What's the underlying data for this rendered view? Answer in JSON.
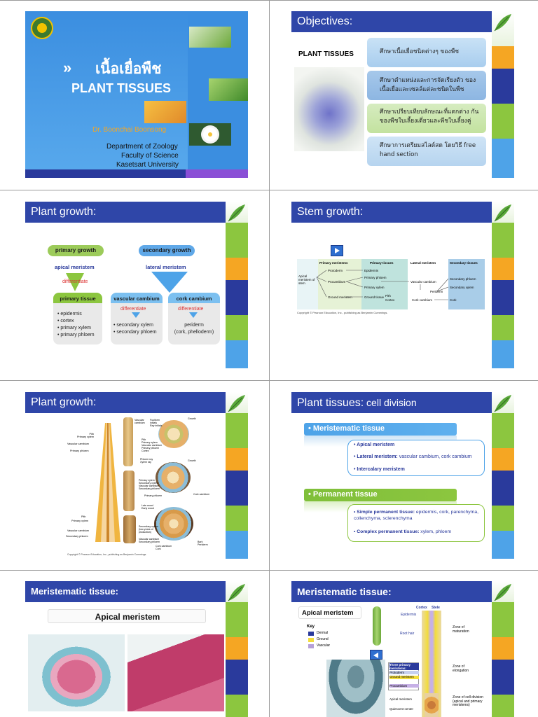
{
  "s1": {
    "thai_title": "เนื้อเยื่อพืช",
    "title": "PLANT TISSUES",
    "author": "Dr. Boonchai Boonsong",
    "dept": "Department of Zoology",
    "faculty": "Faculty of Science",
    "univ": "Kasetsart University"
  },
  "s2": {
    "title": "Objectives:",
    "label": "PLANT TISSUES",
    "items": [
      "ศึกษาเนื้อเยื่อชนิดต่างๆ ของพืช",
      "ศึกษาตำแหน่งและการจัดเรียงตัว ของเนื้อเยื่อและเซลล์แต่ละชนิดในพืช",
      "ศึกษาเปรียบเทียบลักษณะที่แตกต่าง กันของพืชใบเลี้ยงเดี่ยวและพืชใบเลี้ยงคู่",
      "ศึกษาการเตรียมสไลด์สด โดยวิธี free hand section"
    ]
  },
  "s3": {
    "title": "Plant growth:",
    "primary_growth": "primary growth",
    "secondary_growth": "secondary growth",
    "apical": "apical meristem",
    "lateral": "lateral meristem",
    "differentiate": "differentiate",
    "primary_tissue": "primary tissue",
    "pt_items": [
      "• epidermis",
      "• cortex",
      "• primary xylem",
      "• primary phloem"
    ],
    "vc": "vascular cambium",
    "vc_items": [
      "• secondary xylem",
      "• secondary phloem"
    ],
    "cc": "cork cambium",
    "cc_items": [
      "periderm",
      "(cork, phelloderm)"
    ]
  },
  "s4": {
    "title": "Stem growth:",
    "cols": [
      "Primary meristems",
      "Primary tissues",
      "Lateral meristem",
      "Secondary tissues"
    ],
    "start": "Apical meristem of stem",
    "pm": [
      "Protoderm",
      "Procambium",
      "Ground meristem"
    ],
    "pt": [
      "Epidermis",
      "Primary phloem",
      "Primary xylem",
      "Ground tissue",
      "Pith",
      "Cortex"
    ],
    "lm": [
      "Vascular cambium",
      "Periderm",
      "Cork cambium"
    ],
    "st": [
      "Secondary phloem",
      "Secondary xylem",
      "Cork"
    ],
    "copyright": "Copyright © Pearson Education, Inc., publishing as Benjamin Cummings."
  },
  "s5": {
    "title": "Plant growth:",
    "labels_left": [
      "Pith",
      "Primary xylem",
      "Vascular cambium",
      "Primary phloem",
      "Pith",
      "Primary xylem",
      "Vascular cambium",
      "Secondary phloem"
    ],
    "labels_right": [
      "Vascular cambium",
      "Fusiform initials",
      "Ray initials",
      "Pith",
      "Primary xylem",
      "Vascular cambium",
      "Primary phloem",
      "Cortex",
      "Phloem ray",
      "Xylem ray",
      "Primary xylem",
      "Secondary xylem",
      "Vascular cambium",
      "Secondary phloem",
      "Primary phloem",
      "Cork cambium",
      "Late wood",
      "Early wood",
      "Secondary xylem (two years of production)",
      "Vascular cambium",
      "Secondary phloem",
      "Cork cambium",
      "Cork",
      "Bark",
      "Periderm",
      "Growth",
      "Growth"
    ],
    "copyright": "Copyright © Pearson Education, Inc., publishing as Benjamin Cummings."
  },
  "s6": {
    "title_main": "Plant tissues:",
    "title_sub": " cell division",
    "meristematic": "• Meristematic tissue",
    "m_items": [
      {
        "b": "• Apical meristem",
        "t": ""
      },
      {
        "b": "• Lateral meristem:",
        "t": " vascular cambium, cork cambium"
      },
      {
        "b": "• Intercalary meristem",
        "t": ""
      }
    ],
    "permanent": "• Permanent tissue",
    "p_items": [
      {
        "b": "• Simple permanent tissue:",
        "t": " epidermis, cork, parenchyma, collenchyma, sclerenchyma"
      },
      {
        "b": "• Complex permanent tissue:",
        "t": " xylem, phloem"
      }
    ]
  },
  "s7": {
    "title": "Meristematic tissue:",
    "caption": "Apical meristem"
  },
  "s8": {
    "title": "Meristematic tissue:",
    "caption": "Apical meristem",
    "key": "Key",
    "key_items": [
      "Dermal",
      "Ground",
      "Vascular"
    ],
    "top_labels": [
      "Cortex",
      "Stele",
      "Epidermis",
      "Root hair"
    ],
    "zones": [
      "Zone of maturation",
      "Zone of elongation",
      "Zone of cell division (apical and primary meristems)"
    ],
    "three": "Three primary meristems:",
    "three_items": [
      "Protoderm",
      "Ground meristem",
      "Procambium"
    ],
    "bottom": [
      "Apical meristem",
      "Quiescent center"
    ]
  },
  "colors": {
    "title_bar": "#2f46a8",
    "cover_blue": "#3d8fd9",
    "green": "#8cc63f",
    "orange": "#f5a623",
    "navy": "#2a3a9c",
    "light_blue": "#4ea3e8"
  }
}
